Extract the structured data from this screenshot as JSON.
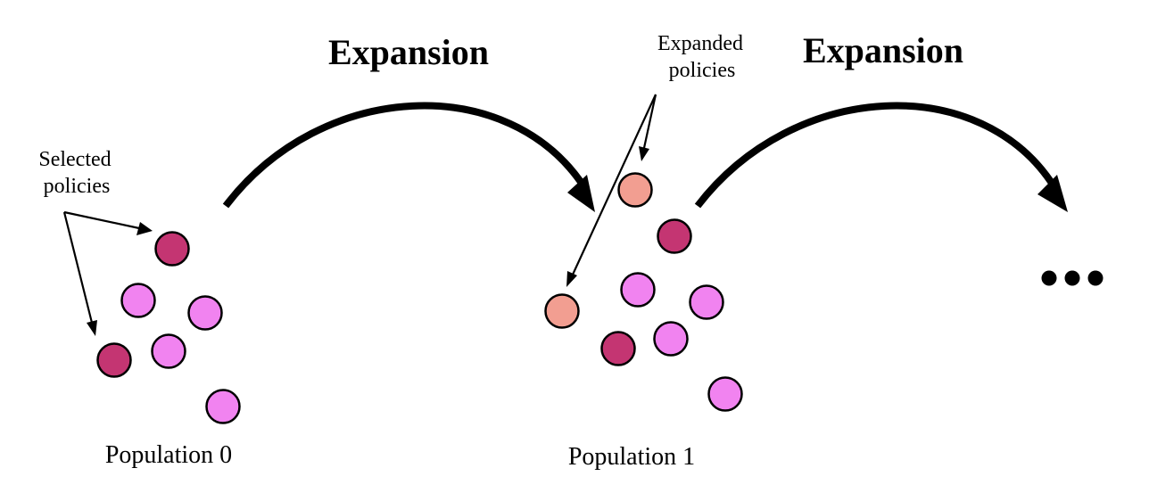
{
  "headings": {
    "expansion_1": "Expansion",
    "expansion_2": "Expansion"
  },
  "annotations": {
    "selected_line1": "Selected",
    "selected_line2": "policies",
    "expanded_line1": "Expanded",
    "expanded_line2": "policies"
  },
  "populations": {
    "pop0_label": "Population 0",
    "pop1_label": "Population 1"
  },
  "continuation": "…",
  "colors": {
    "selected_policy": "#c43572",
    "policy": "#f183f0",
    "expanded_policy": "#f29e91",
    "outline": "#000000"
  },
  "legend_meaning": {
    "selected_policy_color": "selected",
    "policy_color": "policy",
    "expanded_policy_color": "expanded"
  }
}
